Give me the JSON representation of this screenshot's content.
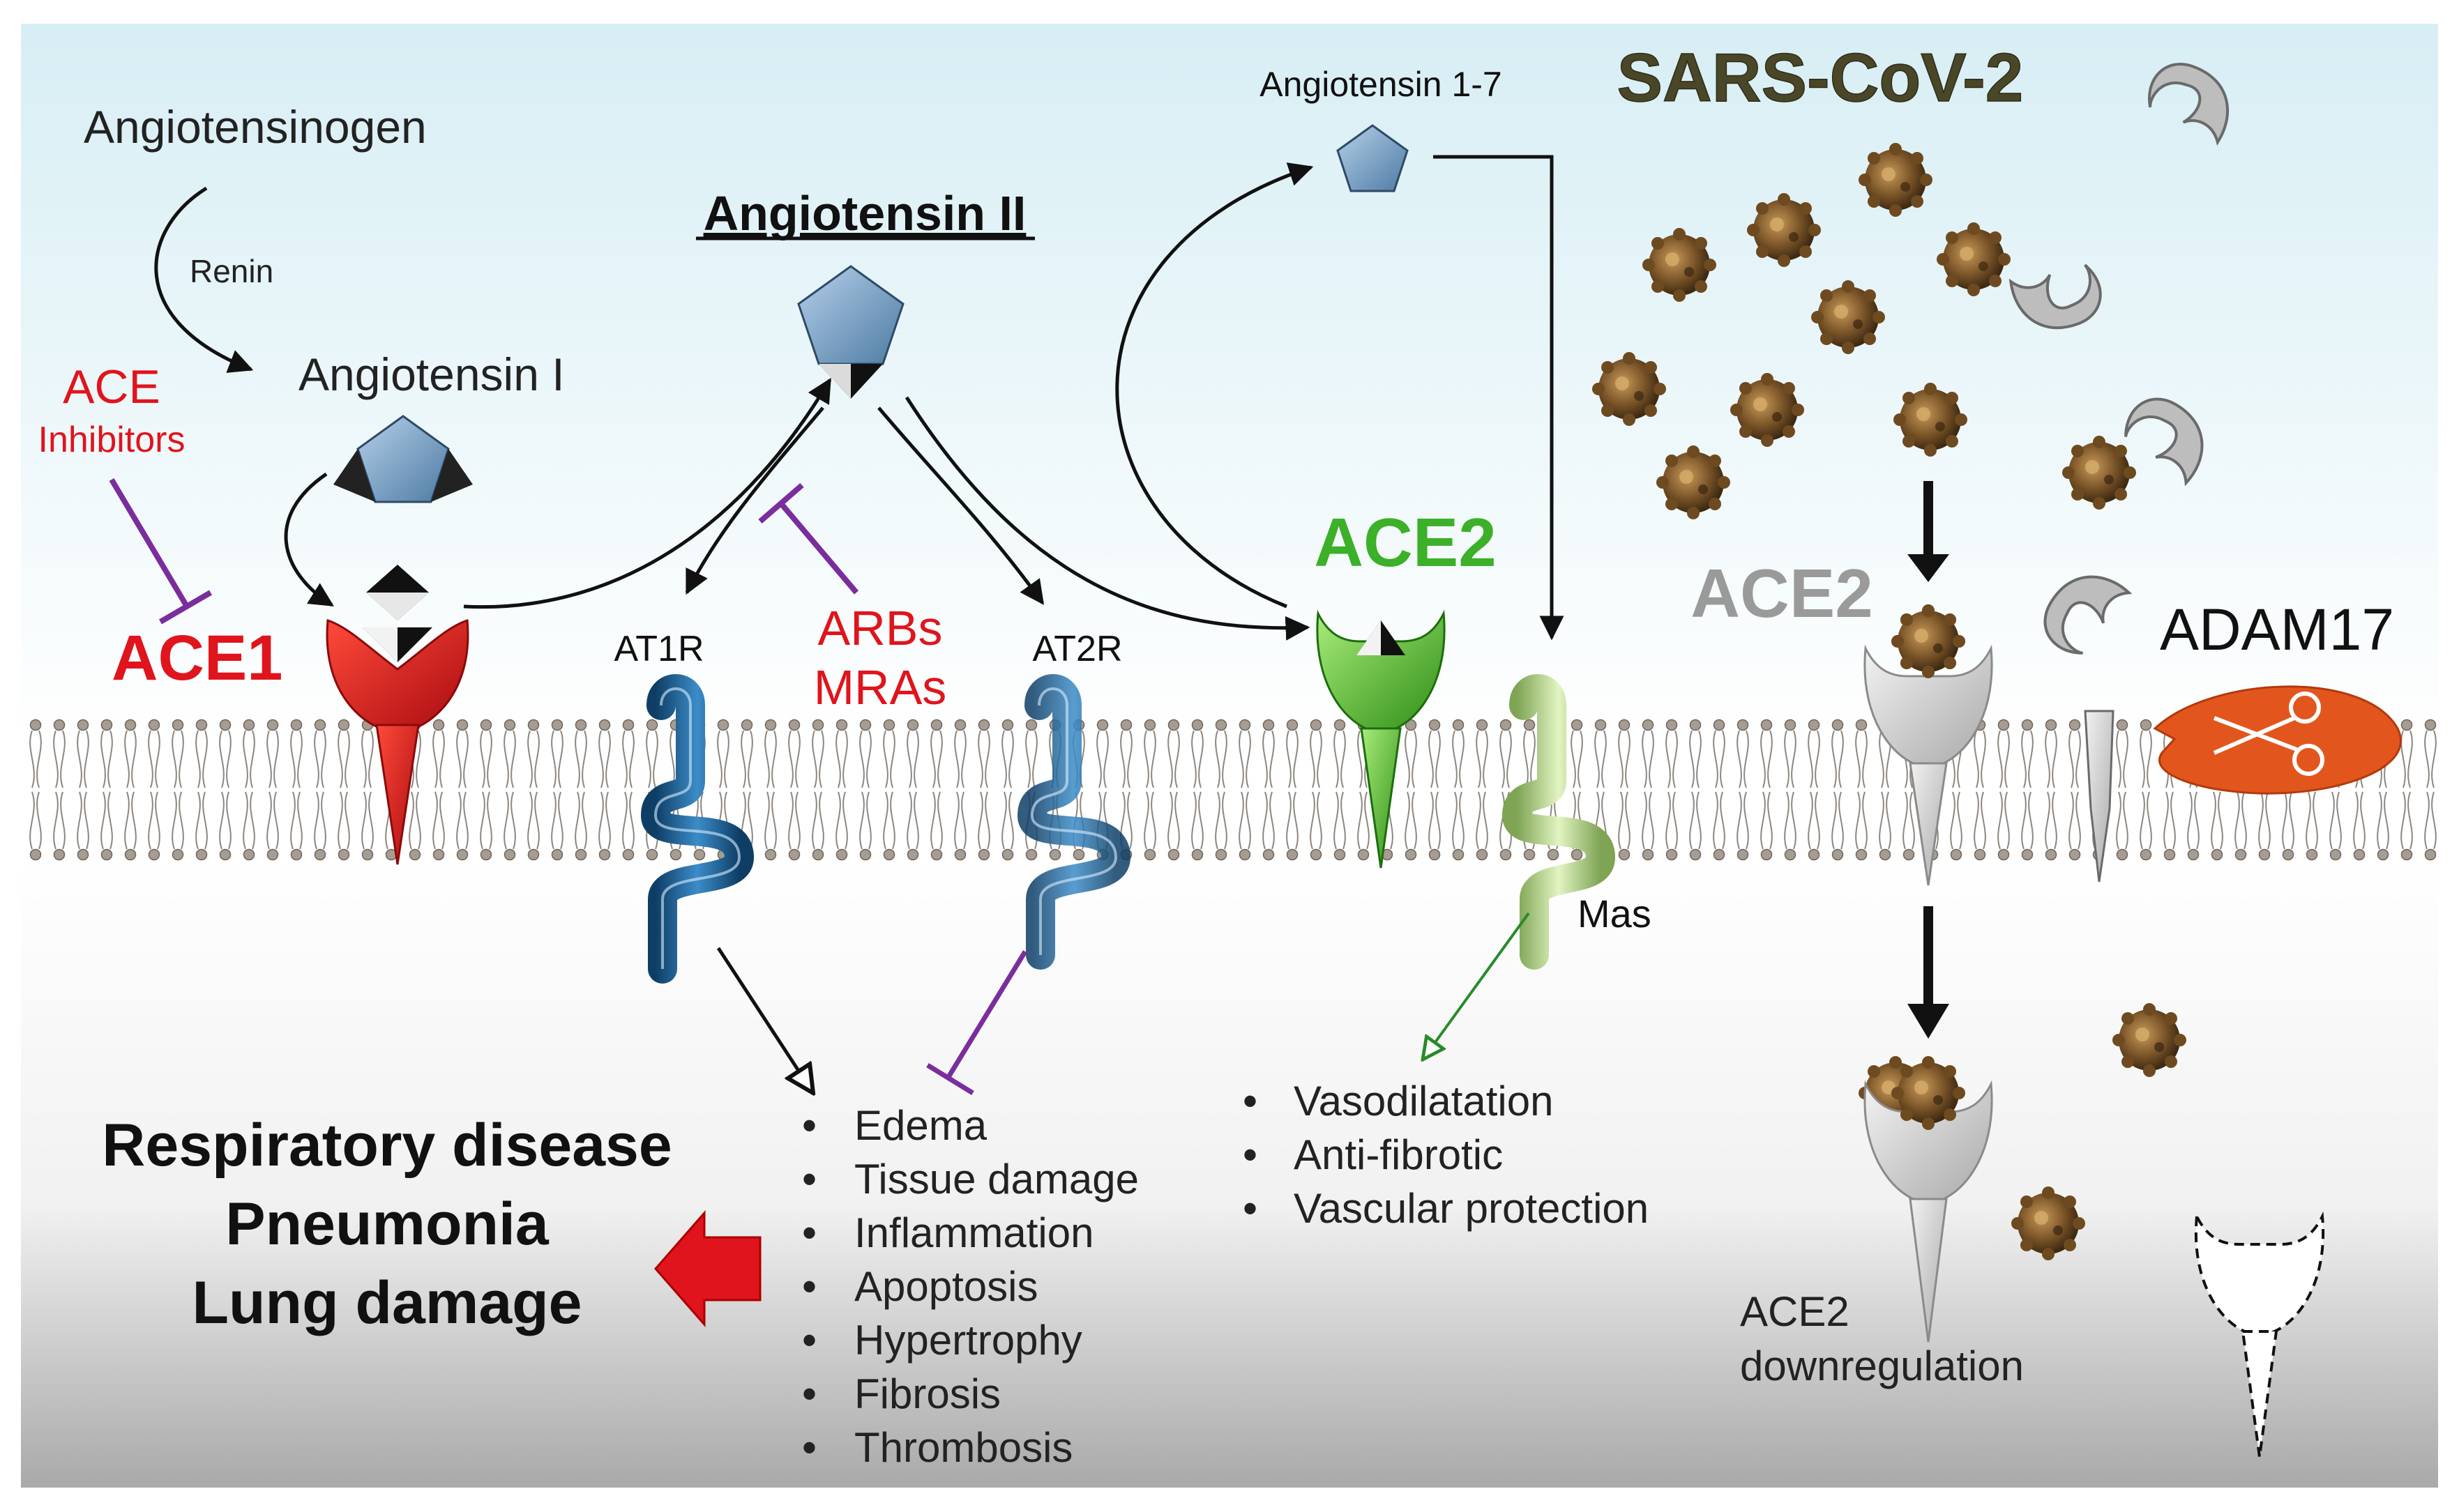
{
  "labels": {
    "angiotensinogen": "Angiotensinogen",
    "renin": "Renin",
    "angiotensin_i": "Angiotensin I",
    "angiotensin_ii": "Angiotensin II",
    "angiotensin_1_7": "Angiotensin 1-7",
    "sars_cov_2": "SARS-CoV-2",
    "ace_inhibitors_1": "ACE",
    "ace_inhibitors_2": "Inhibitors",
    "ace1": "ACE1",
    "at1r": "AT1R",
    "at2r": "AT2R",
    "arbs": "ARBs",
    "mras": "MRAs",
    "ace2_green": "ACE2",
    "ace2_gray": "ACE2",
    "adam17": "ADAM17",
    "mas": "Mas",
    "ace2_down_1": "ACE2",
    "ace2_down_2": "downregulation"
  },
  "outcomes": [
    "Respiratory disease",
    "Pneumonia",
    "Lung damage"
  ],
  "at1r_effects": [
    "Edema",
    "Tissue damage",
    "Inflammation",
    "Apoptosis",
    "Hypertrophy",
    "Fibrosis",
    "Thrombosis"
  ],
  "mas_effects": [
    "Vasodilatation",
    "Anti-fibrotic",
    "Vascular protection"
  ],
  "colors": {
    "ace1": "#e0141c",
    "ace2_green": "#3cb028",
    "ace2_gray": "#9a9a9a",
    "inhibitor": "#7a2d9c",
    "sars_text": "#4a4628",
    "receptor_blue": "#1e6fa8",
    "mas_green": "#b8d88a"
  }
}
